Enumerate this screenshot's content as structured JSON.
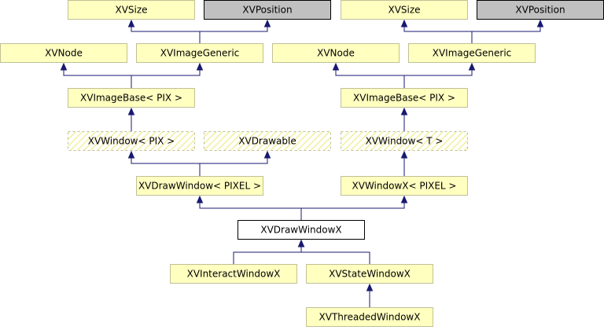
{
  "colors": {
    "normal_fill": "#ffffc0",
    "normal_border": "#c0c097",
    "gray_fill": "#c0c0c0",
    "gray_border": "#000000",
    "focus_fill": "#ffffff",
    "focus_border": "#000000",
    "template_hatch": "#f0f0a0",
    "edge": "#191970",
    "text": "#000000"
  },
  "nodes": {
    "xvsize_left": {
      "label": "XVSize",
      "style": "normal"
    },
    "xvposition_left": {
      "label": "XVPosition",
      "style": "gray"
    },
    "xvsize_right": {
      "label": "XVSize",
      "style": "normal"
    },
    "xvposition_right": {
      "label": "XVPosition",
      "style": "gray"
    },
    "xvnode_left": {
      "label": "XVNode",
      "style": "normal"
    },
    "xvimagegeneric_left": {
      "label": "XVImageGeneric",
      "style": "normal"
    },
    "xvnode_right": {
      "label": "XVNode",
      "style": "normal"
    },
    "xvimagegeneric_right": {
      "label": "XVImageGeneric",
      "style": "normal"
    },
    "xvimagebase_left": {
      "label": "XVImageBase< PIX >",
      "style": "normal"
    },
    "xvimagebase_right": {
      "label": "XVImageBase< PIX >",
      "style": "normal"
    },
    "xvwindow_pix": {
      "label": "XVWindow< PIX >",
      "style": "template"
    },
    "xvdrawable": {
      "label": "XVDrawable",
      "style": "template"
    },
    "xvwindow_t": {
      "label": "XVWindow< T >",
      "style": "template"
    },
    "xvdrawwindow_pixel": {
      "label": "XVDrawWindow< PIXEL >",
      "style": "normal"
    },
    "xvwindowx_pixel": {
      "label": "XVWindowX< PIXEL >",
      "style": "normal"
    },
    "xvdrawwindowx": {
      "label": "XVDrawWindowX",
      "style": "focus"
    },
    "xvinteractwindowx": {
      "label": "XVInteractWindowX",
      "style": "normal"
    },
    "xvstatewindowx": {
      "label": "XVStateWindowX",
      "style": "normal"
    },
    "xvthreadedwindowx": {
      "label": "XVThreadedWindowX",
      "style": "normal"
    }
  },
  "edges": [
    {
      "from": "xvimagegeneric_left",
      "to": "xvsize_left"
    },
    {
      "from": "xvimagegeneric_left",
      "to": "xvposition_left"
    },
    {
      "from": "xvimagegeneric_right",
      "to": "xvsize_right"
    },
    {
      "from": "xvimagegeneric_right",
      "to": "xvposition_right"
    },
    {
      "from": "xvimagebase_left",
      "to": "xvnode_left"
    },
    {
      "from": "xvimagebase_left",
      "to": "xvimagegeneric_left"
    },
    {
      "from": "xvimagebase_right",
      "to": "xvnode_right"
    },
    {
      "from": "xvimagebase_right",
      "to": "xvimagegeneric_right"
    },
    {
      "from": "xvwindow_pix",
      "to": "xvimagebase_left"
    },
    {
      "from": "xvwindow_t",
      "to": "xvimagebase_right"
    },
    {
      "from": "xvdrawwindow_pixel",
      "to": "xvwindow_pix"
    },
    {
      "from": "xvdrawwindow_pixel",
      "to": "xvdrawable"
    },
    {
      "from": "xvwindowx_pixel",
      "to": "xvwindow_t"
    },
    {
      "from": "xvdrawwindowx",
      "to": "xvdrawwindow_pixel"
    },
    {
      "from": "xvdrawwindowx",
      "to": "xvwindowx_pixel"
    },
    {
      "from": "xvinteractwindowx",
      "to": "xvdrawwindowx"
    },
    {
      "from": "xvstatewindowx",
      "to": "xvdrawwindowx"
    },
    {
      "from": "xvthreadedwindowx",
      "to": "xvstatewindowx"
    }
  ]
}
